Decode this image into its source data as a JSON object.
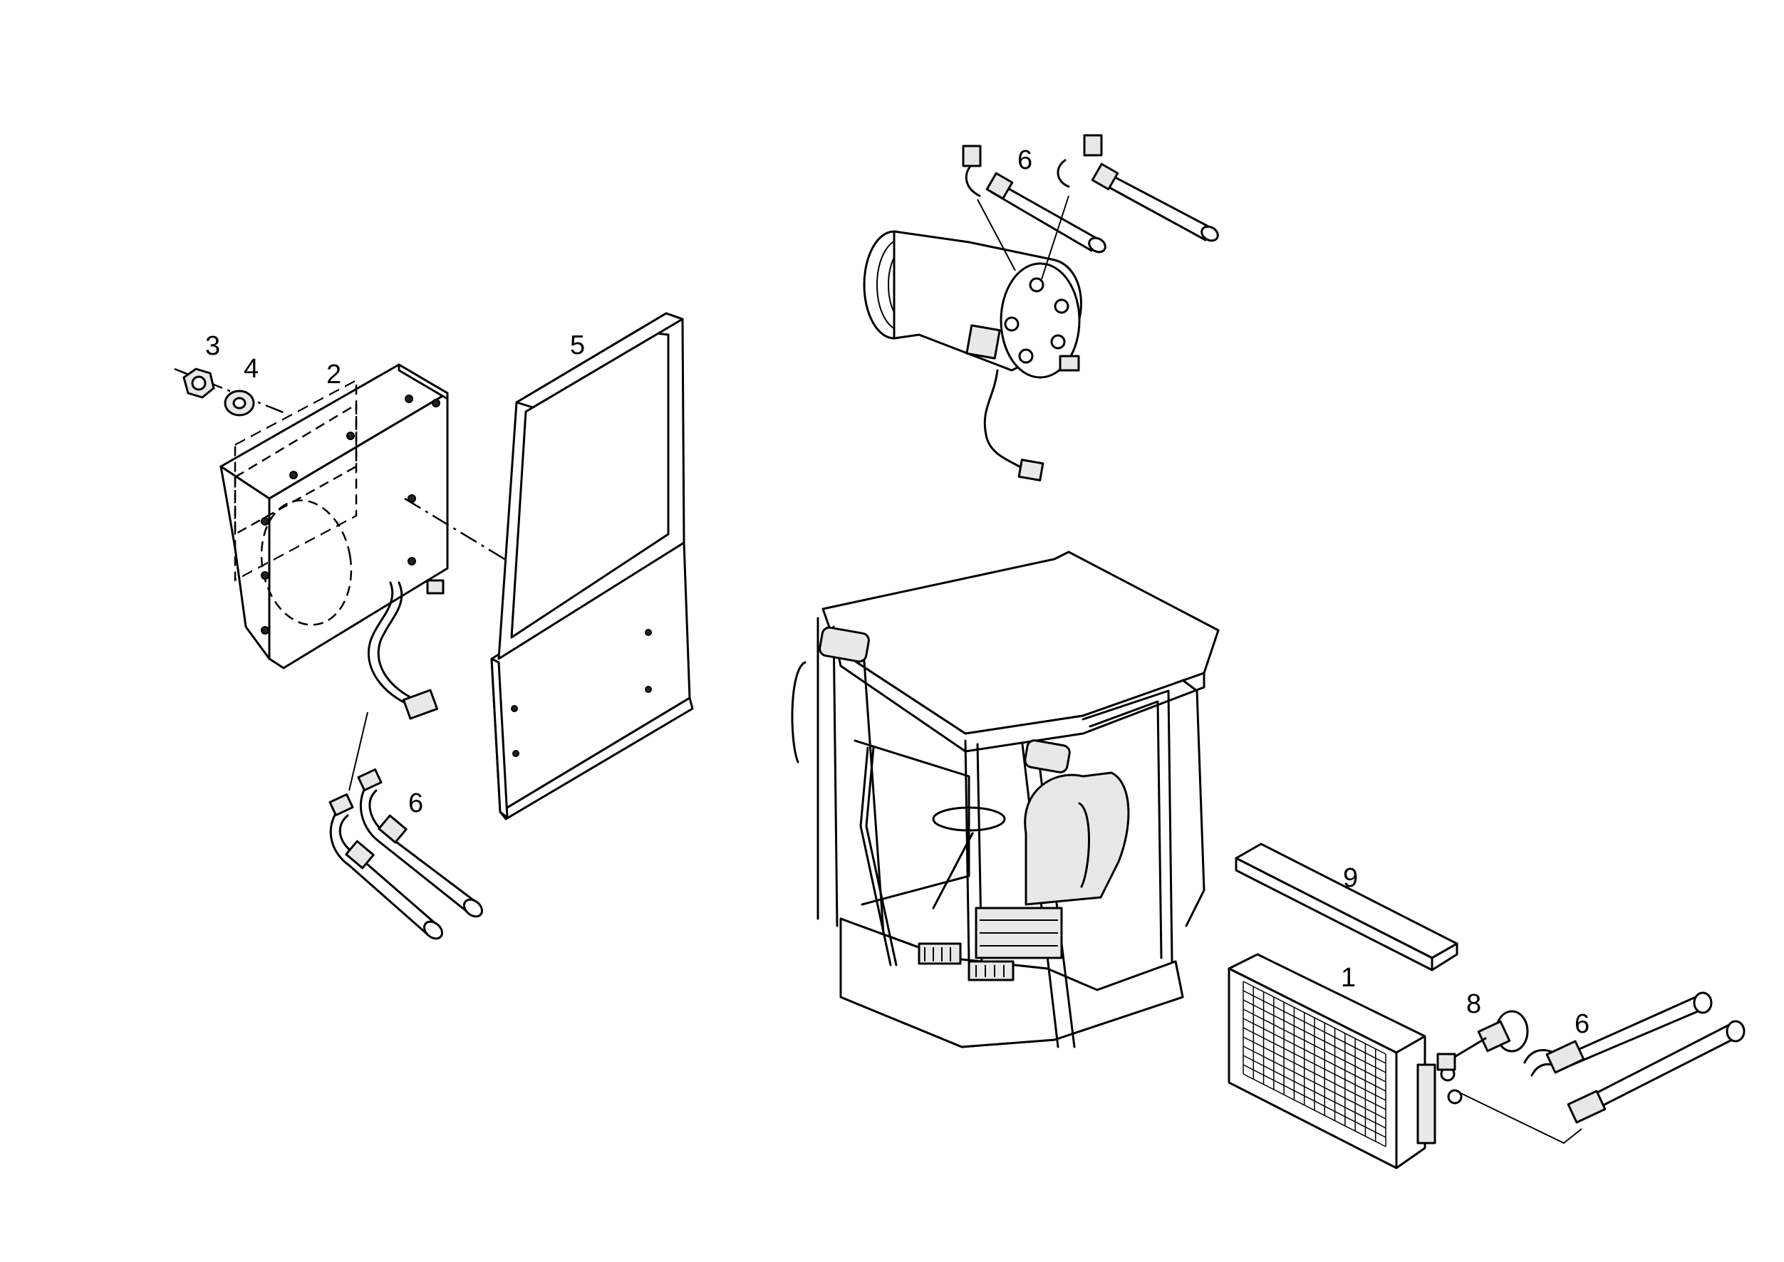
{
  "callouts": {
    "heater_box": "2",
    "nut": "3",
    "washer": "4",
    "door": "5",
    "hoses_left": "6",
    "hoses_compressor": "6",
    "hoses_right": "6",
    "condenser": "1",
    "dryer": "8",
    "seal_strip": "9"
  }
}
